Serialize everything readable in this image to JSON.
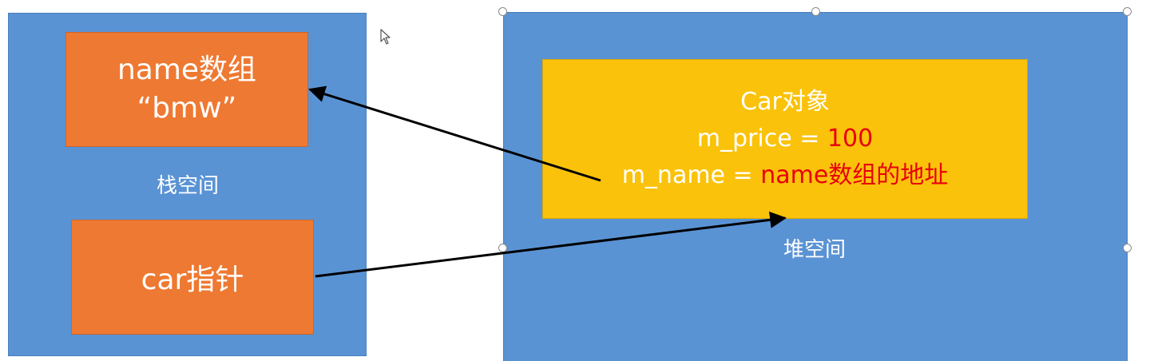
{
  "stack": {
    "region_label": "栈空间",
    "name_array": {
      "line1": "name数组",
      "line2": "“bmw”"
    },
    "car_pointer": "car指针"
  },
  "heap": {
    "region_label": "堆空间",
    "car_object": {
      "title": "Car对象",
      "price_prefix": "m_price = ",
      "price_value": "100",
      "name_prefix": "m_name = ",
      "name_value": "name数组的地址"
    }
  },
  "colors": {
    "panel": "#5a93d4",
    "stack_box": "#ee7932",
    "object_box": "#fac20a",
    "highlight_text": "#e8000b",
    "arrow": "#000000"
  }
}
